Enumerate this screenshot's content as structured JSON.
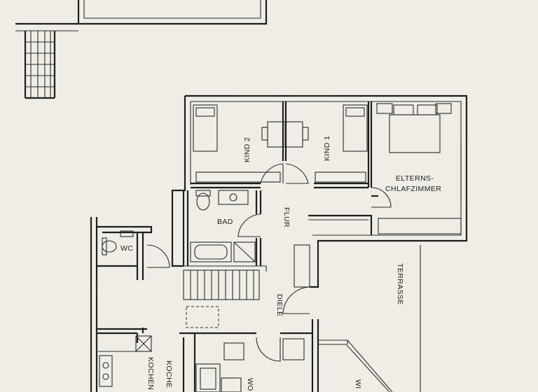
{
  "rooms": {
    "kind2": "KIND 2",
    "kind1": "KIND 1",
    "elternschlafzimmer_line1": "ELTERNS-",
    "elternschlafzimmer_line2": "CHLAFZIMMER",
    "bad": "BAD",
    "wc": "WC",
    "flur": "FLUR",
    "diele": "DIELE",
    "terrasse": "TERRASSE",
    "kochen_a": "KOCHEN",
    "kochen_b": "KOCHE",
    "wohnen": "WO",
    "wi": "WI"
  },
  "colors": {
    "background": "#efede6",
    "walls": "#1e1e1e"
  }
}
